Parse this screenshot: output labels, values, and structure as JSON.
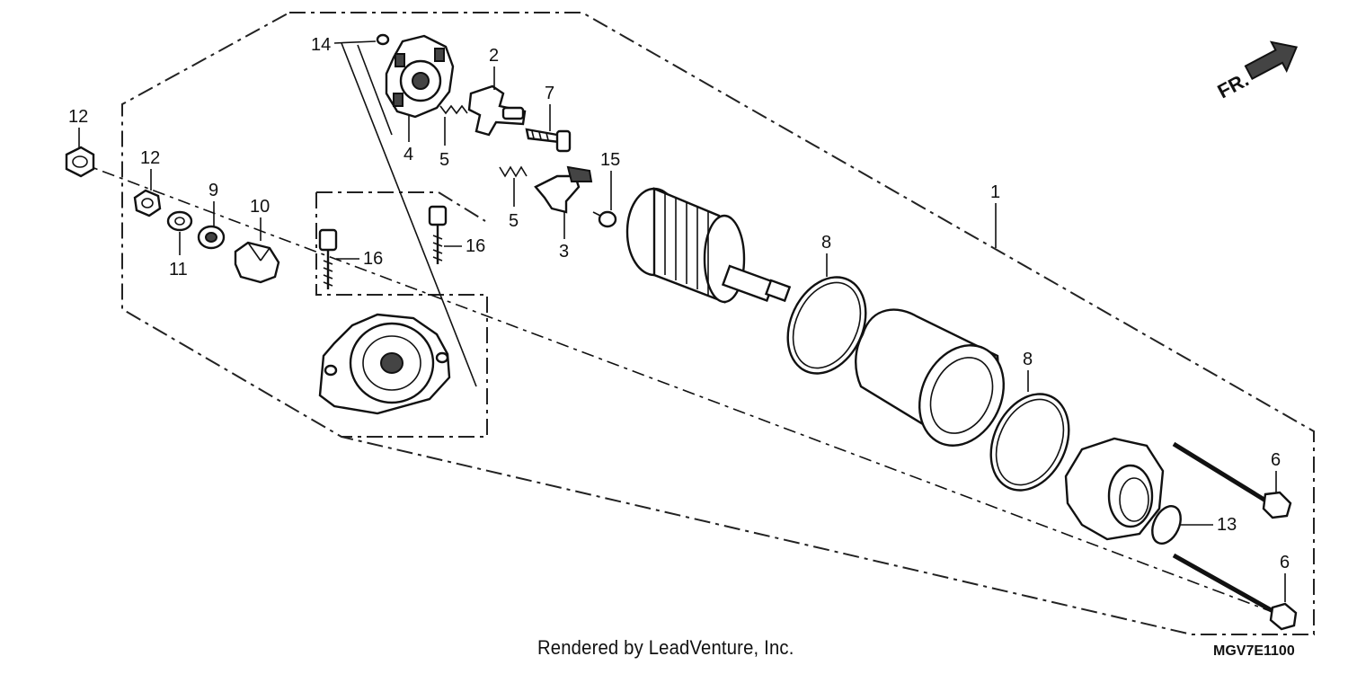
{
  "footer": {
    "credit": "Rendered by LeadVenture, Inc.",
    "code": "MGV7E1100"
  },
  "orientation": {
    "label": "FR."
  },
  "callouts": {
    "c1": "1",
    "c2": "2",
    "c3": "3",
    "c4": "4",
    "c5a": "5",
    "c5b": "5",
    "c6a": "6",
    "c6b": "6",
    "c7": "7",
    "c8a": "8",
    "c8b": "8",
    "c9": "9",
    "c10": "10",
    "c11": "11",
    "c12a": "12",
    "c12b": "12",
    "c13": "13",
    "c14": "14",
    "c15": "15",
    "c16a": "16",
    "c16b": "16"
  }
}
